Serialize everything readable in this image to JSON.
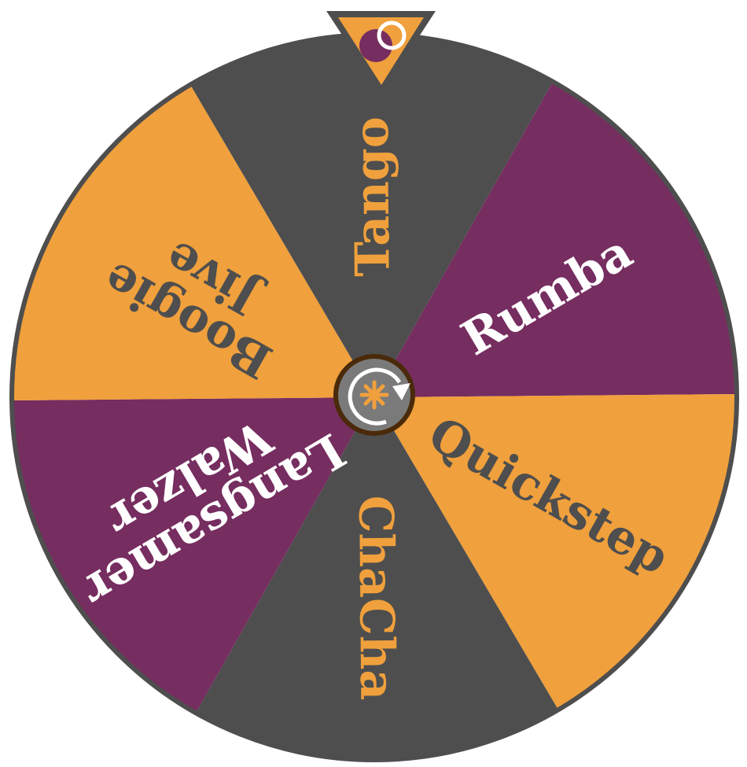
{
  "wheel": {
    "segments": [
      {
        "label_lines": [
          "Rumba"
        ],
        "fill": "#762D60",
        "text_color": "#FFFFFF"
      },
      {
        "label_lines": [
          "Quickstep"
        ],
        "fill": "#F0A03C",
        "text_color": "#4E4E4E"
      },
      {
        "label_lines": [
          "ChaCha"
        ],
        "fill": "#4E4E4E",
        "text_color": "#F0A03C"
      },
      {
        "label_lines": [
          "Langsamer",
          "Walzer"
        ],
        "fill": "#762D60",
        "text_color": "#FFFFFF"
      },
      {
        "label_lines": [
          "Boogie",
          "Jive"
        ],
        "fill": "#F0A03C",
        "text_color": "#4E4E4E"
      },
      {
        "label_lines": [
          "Tango"
        ],
        "fill": "#4E4E4E",
        "text_color": "#F0A03C"
      }
    ],
    "rim_color": "#4E4E4E",
    "center_button": {
      "icon": "spin-icon",
      "fill": "#7A7A7A",
      "border": "#4A2A0A",
      "accent": "#F0A03C"
    },
    "pointer": {
      "icon": "pointer-icon",
      "fill": "#F0A03C",
      "border": "#4E4E4E"
    }
  }
}
